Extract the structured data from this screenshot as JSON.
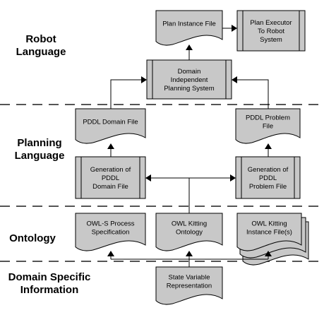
{
  "layers": [
    {
      "id": "robot",
      "lines": [
        "Robot",
        "Language"
      ]
    },
    {
      "id": "planning",
      "lines": [
        "Planning",
        "Language"
      ]
    },
    {
      "id": "ontology",
      "lines": [
        "Ontology"
      ]
    },
    {
      "id": "domain",
      "lines": [
        "Domain Specific",
        "Information"
      ]
    }
  ],
  "nodes": [
    {
      "id": "plan-instance-file",
      "shape": "document",
      "lines": [
        "Plan Instance File"
      ]
    },
    {
      "id": "plan-executor",
      "shape": "process",
      "lines": [
        "Plan Executor",
        "To Robot",
        "System"
      ]
    },
    {
      "id": "planning-system",
      "shape": "process",
      "lines": [
        "Domain",
        "Independent",
        "Planning System"
      ]
    },
    {
      "id": "pddl-domain-file",
      "shape": "document",
      "lines": [
        "PDDL Domain File"
      ]
    },
    {
      "id": "pddl-problem-file",
      "shape": "document",
      "lines": [
        "PDDL Problem",
        "File"
      ]
    },
    {
      "id": "gen-domain-file",
      "shape": "process",
      "lines": [
        "Generation of",
        "PDDL",
        "Domain File"
      ]
    },
    {
      "id": "gen-problem-file",
      "shape": "process",
      "lines": [
        "Generation of",
        "PDDL",
        "Problem File"
      ]
    },
    {
      "id": "owls-process-spec",
      "shape": "document",
      "lines": [
        "OWL-S Process",
        "Specification"
      ]
    },
    {
      "id": "owl-kitting-ontology",
      "shape": "document",
      "lines": [
        "OWL Kitting",
        "Ontology"
      ]
    },
    {
      "id": "owl-kitting-instance",
      "shape": "multidocument",
      "lines": [
        "OWL Kitting",
        "Instance File(s)"
      ]
    },
    {
      "id": "state-variable-rep",
      "shape": "document",
      "lines": [
        "State Variable",
        "Representation"
      ]
    }
  ]
}
